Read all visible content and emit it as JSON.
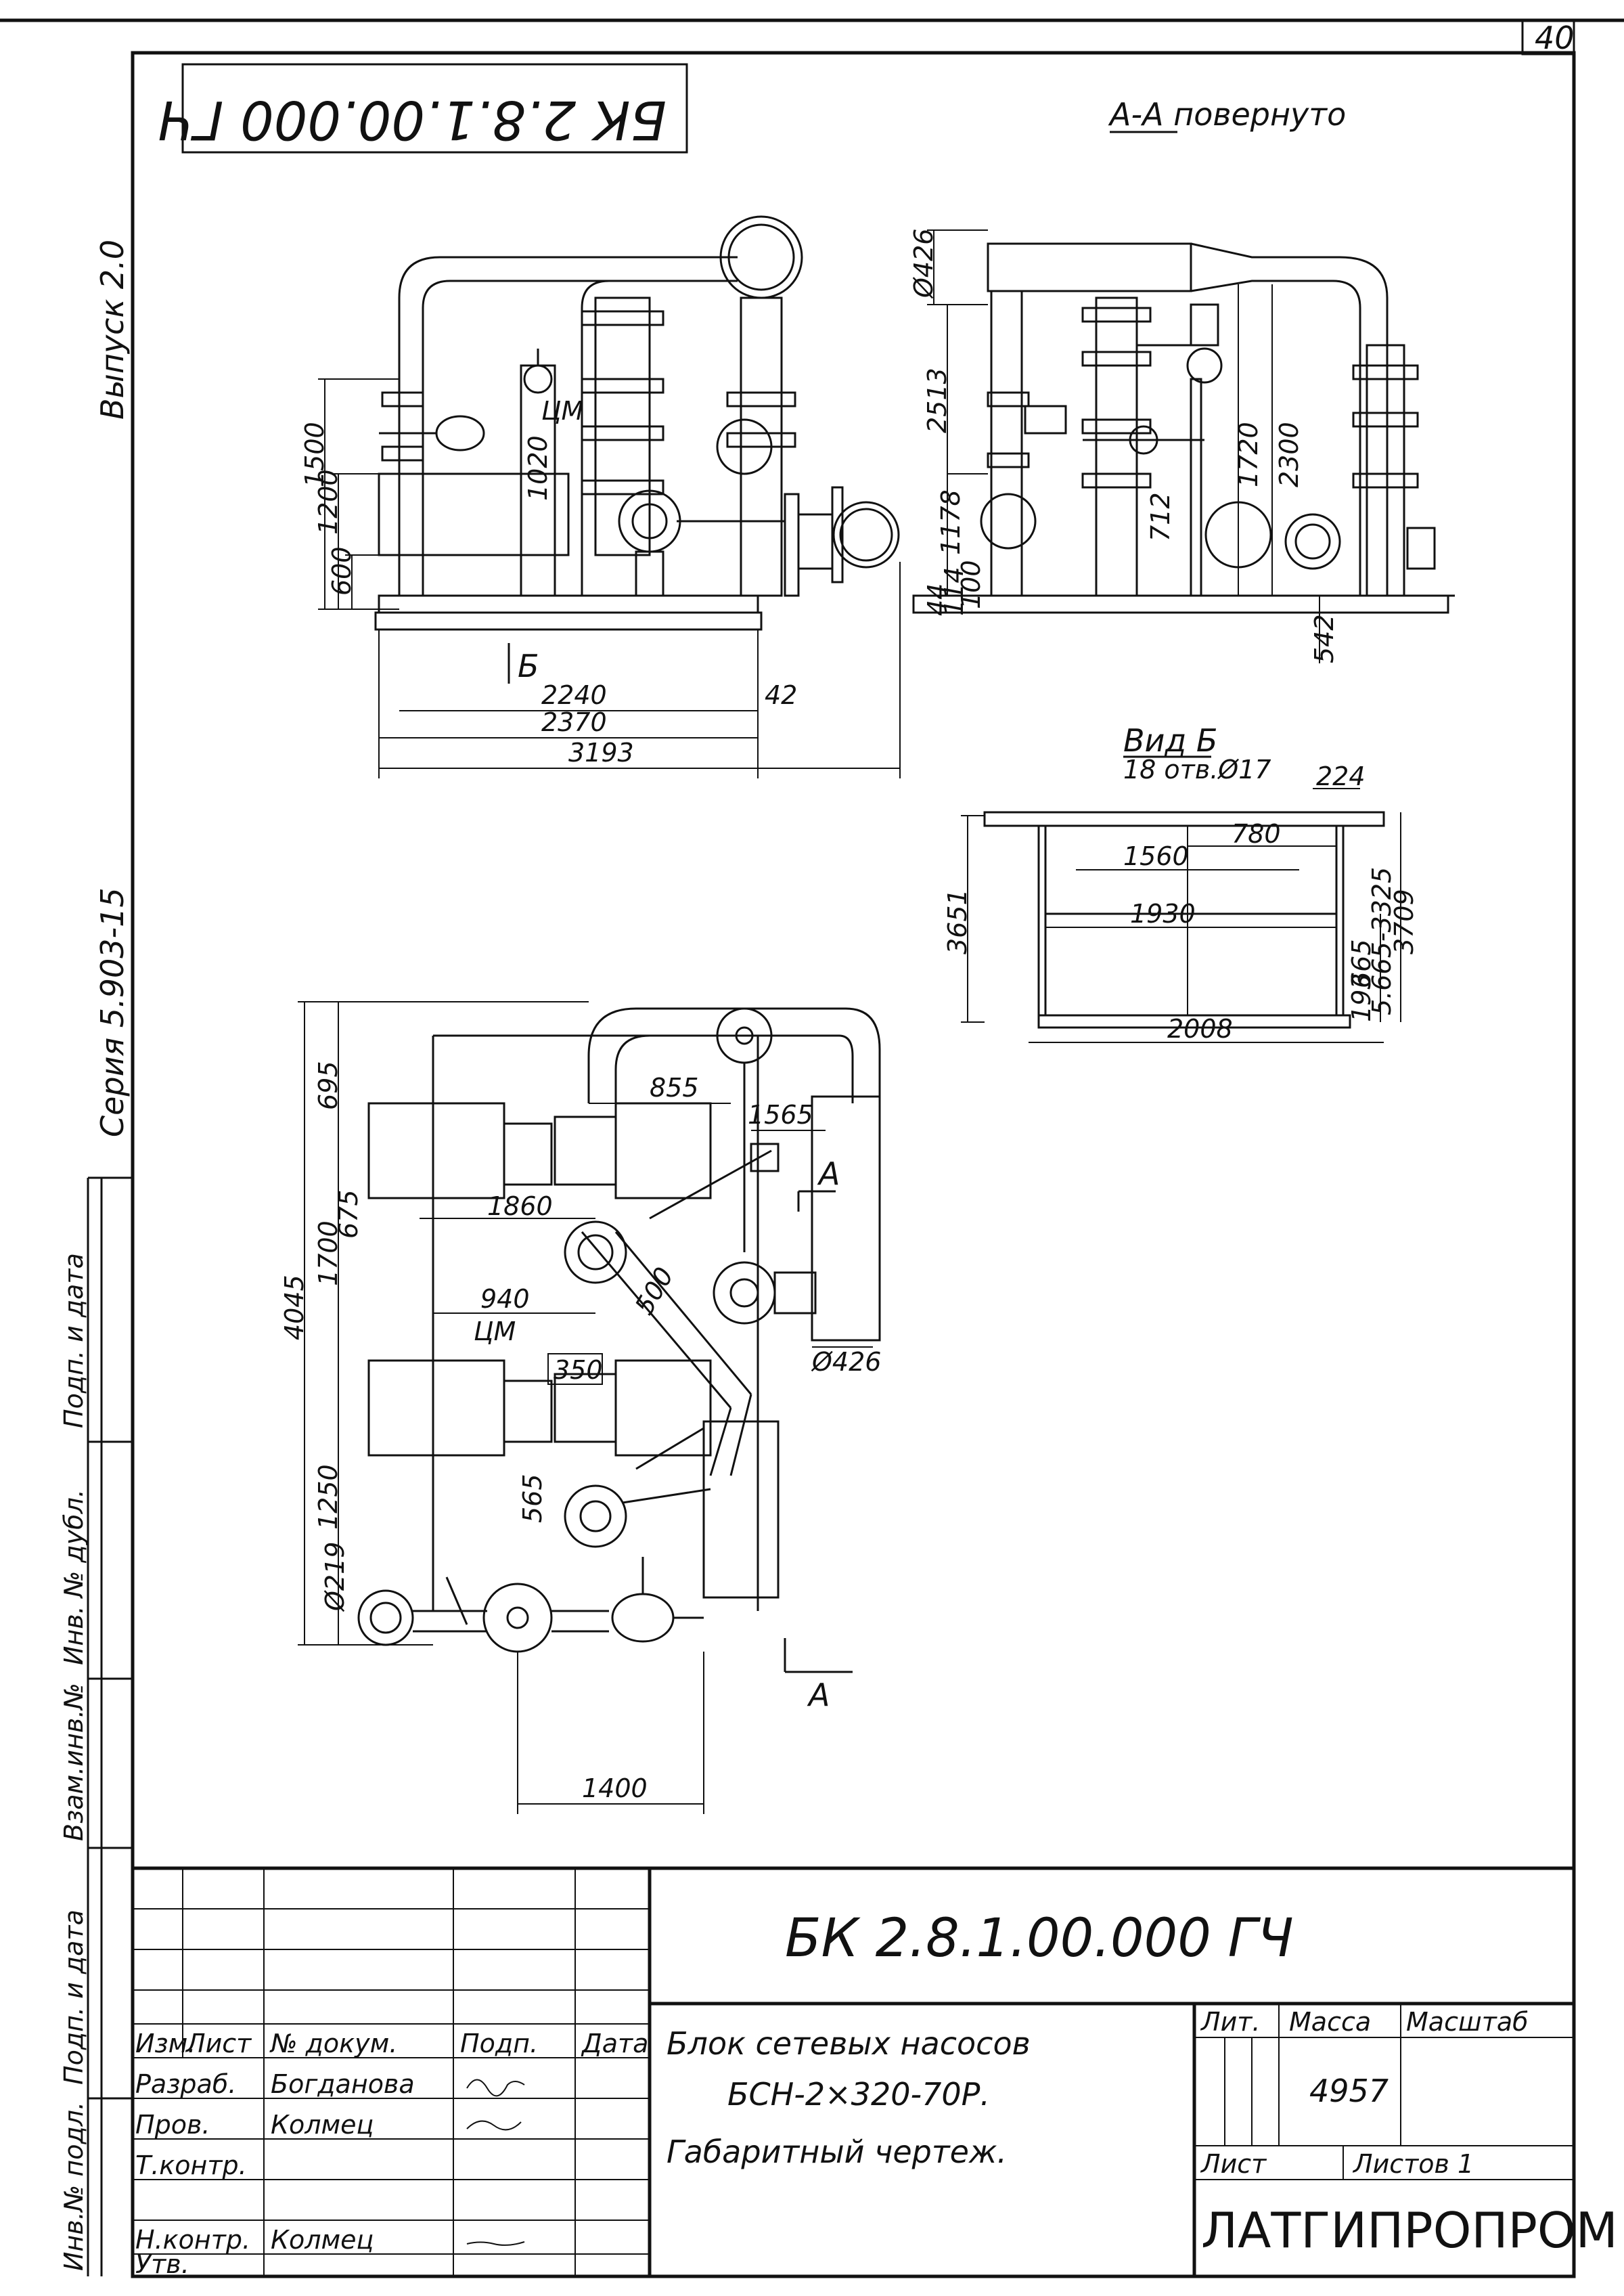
{
  "sheet_number": "40",
  "stamp_code": "БК 2.8.1.00.000 ГЧ",
  "section_title": "А-А повернуто",
  "margin_labels": {
    "vypusk": "Выпуск 2.0",
    "seria": "Серия 5.903-15",
    "side_columns": [
      "Подп. и дата",
      "Инв. № дубл.",
      "Взам.инв.№",
      "Подп. и дата",
      "Инв.№ подл."
    ]
  },
  "front_view": {
    "dims": {
      "d1500": "1500",
      "d1200": "1200",
      "d600": "600",
      "d1020": "1020",
      "cm": "ЦМ",
      "b_mark": "Б",
      "d2240": "2240",
      "d42": "42",
      "d2370": "2370",
      "d3193": "3193"
    }
  },
  "section_view": {
    "dims": {
      "d426": "Ø426",
      "d2513": "2513",
      "d1178": "1178",
      "d100": "100",
      "d44": "44",
      "d114": "114",
      "d712": "712",
      "d1720": "1720",
      "d2300": "2300",
      "d542": "542"
    }
  },
  "view_b": {
    "title": "Вид Б",
    "subtitle": "18 отв.Ø17",
    "dims": {
      "d224": "224",
      "d780": "780",
      "d1560": "1560",
      "d1930": "1930",
      "d3651": "3651",
      "d665": "665",
      "d5665": "5.665-3325",
      "d3709": "3709",
      "d193": "193",
      "d2008": "2008"
    }
  },
  "plan_view": {
    "dims": {
      "d695": "695",
      "d855": "855",
      "d1565": "1565",
      "a_top": "А",
      "d675": "675",
      "d1860": "1860",
      "d4045": "4045",
      "d1700": "1700",
      "d940": "940",
      "d500": "500",
      "cm": "ЦМ",
      "d350": "350",
      "d426": "Ø426",
      "d1250": "1250",
      "d565": "565",
      "d219": "Ø219",
      "a_bottom": "А",
      "d1400": "1400"
    }
  },
  "title_block": {
    "code": "БК 2.8.1.00.000 ГЧ",
    "title_line1": "Блок сетевых насосов",
    "title_line2": "БСН-2×320-70Р.",
    "title_line3": "Габаритный чертеж.",
    "col_headers": [
      "Изм.",
      "Лист",
      "№ докум.",
      "Подп.",
      "Дата"
    ],
    "rows": [
      {
        "role": "Разраб.",
        "name": "Богданова",
        "sign": "signed"
      },
      {
        "role": "Пров.",
        "name": "Колмец",
        "sign": "signed"
      },
      {
        "role": "Т.контр.",
        "name": "",
        "sign": ""
      },
      {
        "role": "",
        "name": "",
        "sign": ""
      },
      {
        "role": "Н.контр.",
        "name": "Колмец",
        "sign": "signed"
      },
      {
        "role": "Утв.",
        "name": "",
        "sign": ""
      }
    ],
    "lit_label": "Лит.",
    "mass_label": "Масса",
    "scale_label": "Масштаб",
    "mass_value": "4957",
    "sheet_label": "Лист",
    "sheets_label": "Листов 1",
    "organization": "ЛАТГИПРОПРОМ"
  }
}
